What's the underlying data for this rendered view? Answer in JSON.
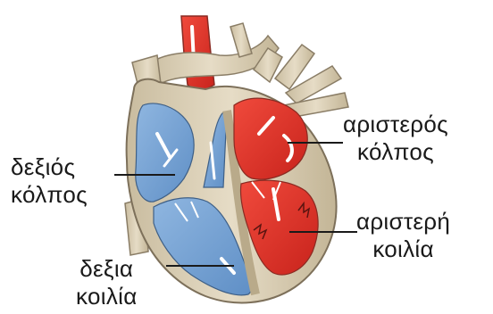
{
  "labels": {
    "right_atrium": {
      "line1": "δεξιός",
      "line2": "κόλπος"
    },
    "right_ventricle": {
      "line1": "δεξια",
      "line2": "κοιλία"
    },
    "left_atrium": {
      "line1": "αριστερός",
      "line2": "κόλπος"
    },
    "left_ventricle": {
      "line1": "αριστερή",
      "line2": "κοιλία"
    }
  },
  "colors": {
    "deoxygenated_blood": "#7ba7d7",
    "oxygenated_blood": "#e8322a",
    "tissue": "#d8ccb4",
    "tissue_outline": "#8a7d66",
    "flow_arrow": "#ffffff",
    "leader_line": "#1a1a1a"
  }
}
